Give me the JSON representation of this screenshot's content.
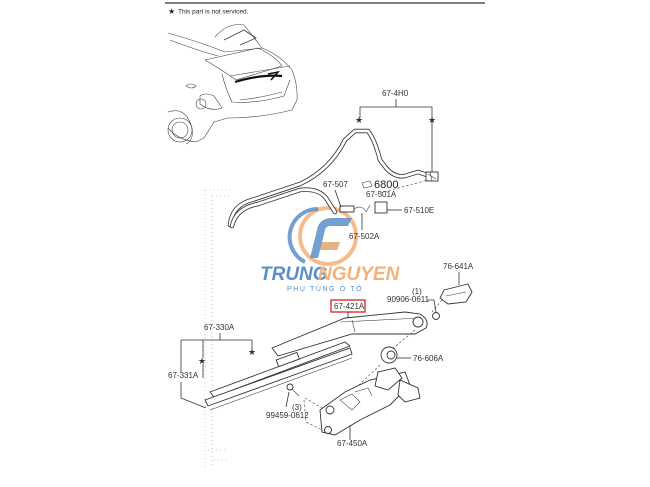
{
  "legend": {
    "star_symbol": "★",
    "note": "This part is not serviced."
  },
  "watermark": {
    "brand_first": "TRUNG",
    "brand_second": "NGUYEN",
    "tagline": "PHỤ TÙNG Ô TÔ",
    "colors": {
      "blue": "#5b8fc9",
      "orange": "#f3b27a"
    }
  },
  "parts": {
    "p67_4H0": "67-4H0",
    "p6800": "6800",
    "p67_501A": "67-501A",
    "p67_507": "67-507",
    "p67_510E": "67-510E",
    "p67_502A": "67-502A",
    "p76_641A": "76-641A",
    "p90906_0611": "90906-0611",
    "p90906_qty": "(1)",
    "p67_421A": "67-421A",
    "p76_606A": "76-606A",
    "p67_330A": "67-330A",
    "p67_331A": "67-331A",
    "p99459_0612": "99459-0612",
    "p99459_qty": "(3)",
    "p67_450A": "67-450A"
  },
  "highlight_color": "#e02020"
}
